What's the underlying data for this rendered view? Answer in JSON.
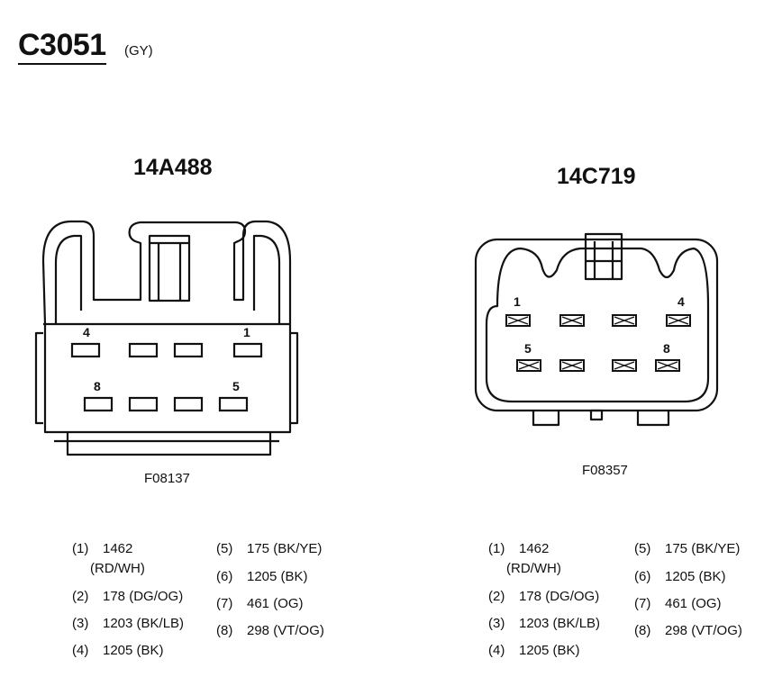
{
  "header": {
    "connector_id": "C3051",
    "color_code": "(GY)"
  },
  "left": {
    "part_number": "14A488",
    "figure_code": "F08137",
    "pin_labels": [
      "4",
      "1",
      "8",
      "5"
    ],
    "circuits": [
      {
        "num": "(1)",
        "line1": "1462",
        "line2": "(RD/WH)"
      },
      {
        "num": "(2)",
        "line1": "178 (DG/OG)"
      },
      {
        "num": "(3)",
        "line1": "1203 (BK/LB)"
      },
      {
        "num": "(4)",
        "line1": "1205 (BK)"
      },
      {
        "num": "(5)",
        "line1": "175 (BK/YE)"
      },
      {
        "num": "(6)",
        "line1": "1205 (BK)"
      },
      {
        "num": "(7)",
        "line1": "461 (OG)"
      },
      {
        "num": "(8)",
        "line1": "298 (VT/OG)"
      }
    ]
  },
  "right": {
    "part_number": "14C719",
    "figure_code": "F08357",
    "pin_labels": [
      "1",
      "4",
      "5",
      "8"
    ],
    "circuits": [
      {
        "num": "(1)",
        "line1": "1462",
        "line2": "(RD/WH)"
      },
      {
        "num": "(2)",
        "line1": "178 (DG/OG)"
      },
      {
        "num": "(3)",
        "line1": "1203 (BK/LB)"
      },
      {
        "num": "(4)",
        "line1": "1205 (BK)"
      },
      {
        "num": "(5)",
        "line1": "175 (BK/YE)"
      },
      {
        "num": "(6)",
        "line1": "1205 (BK)"
      },
      {
        "num": "(7)",
        "line1": "461 (OG)"
      },
      {
        "num": "(8)",
        "line1": "298 (VT/OG)"
      }
    ]
  }
}
